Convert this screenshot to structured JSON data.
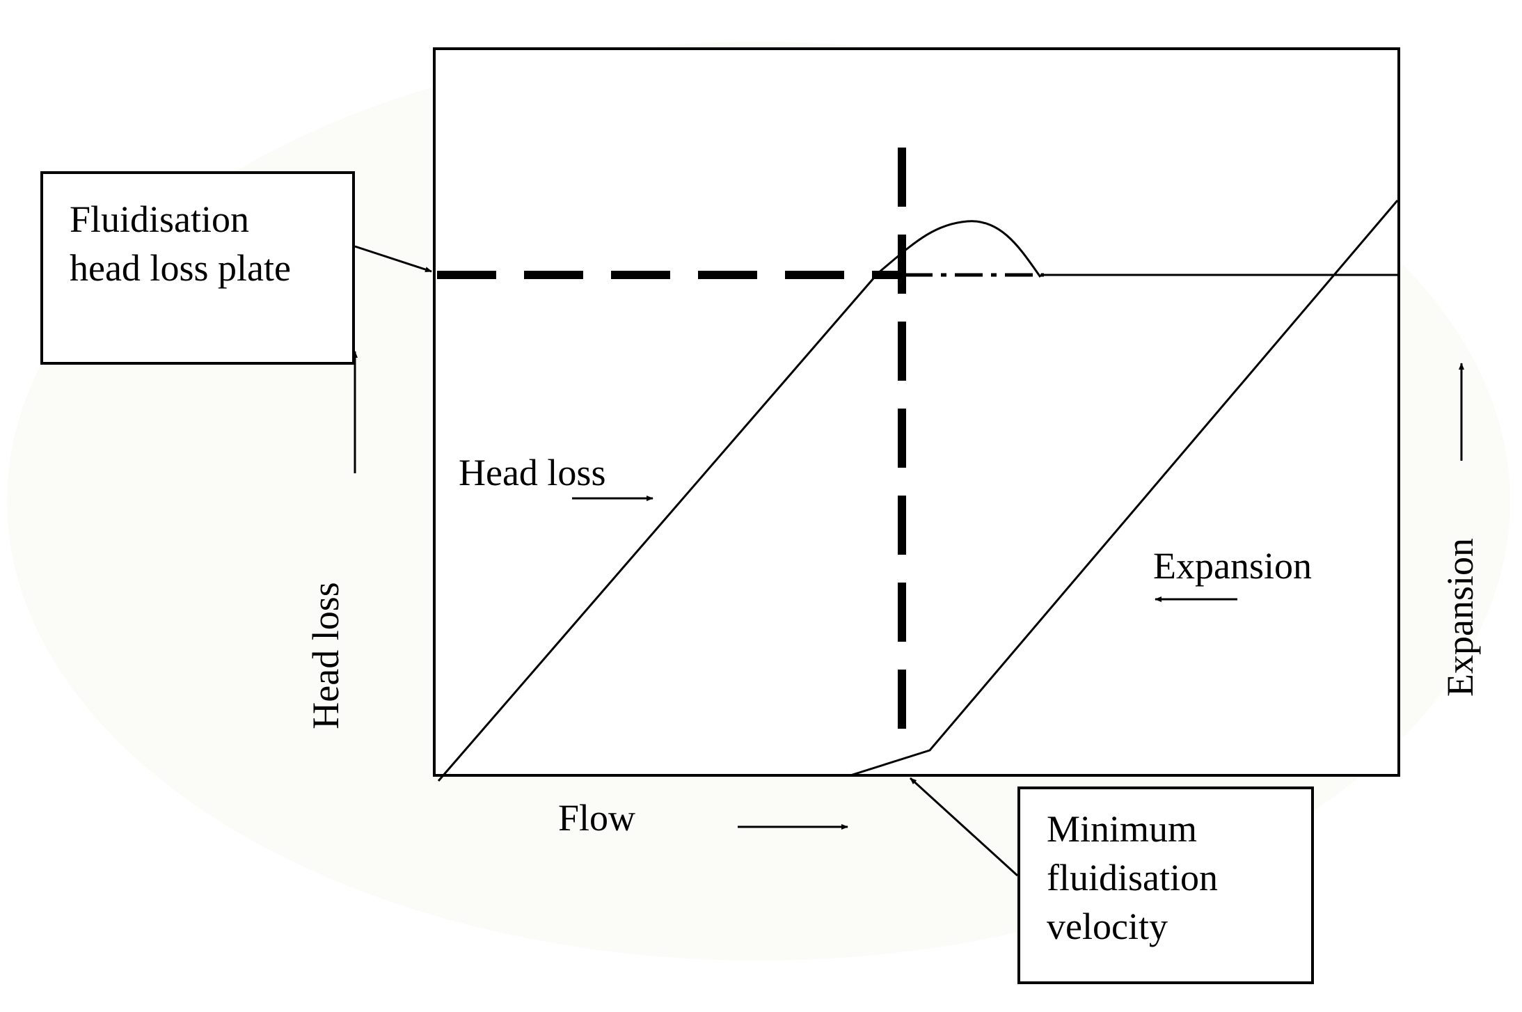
{
  "labels": {
    "fluidisation_box": [
      "Fluidisation",
      "head loss plate"
    ],
    "head_loss_curve": "Head loss",
    "head_loss_axis": "Head loss",
    "expansion_curve": "Expansion",
    "expansion_axis": "Expansion",
    "flow_axis": "Flow",
    "minimum_box": [
      "Minimum",
      "fluidisation",
      "velocity"
    ]
  },
  "colors": {
    "ink": "#000000",
    "paper": "#ffffff",
    "shade": "#fbfbf7"
  }
}
